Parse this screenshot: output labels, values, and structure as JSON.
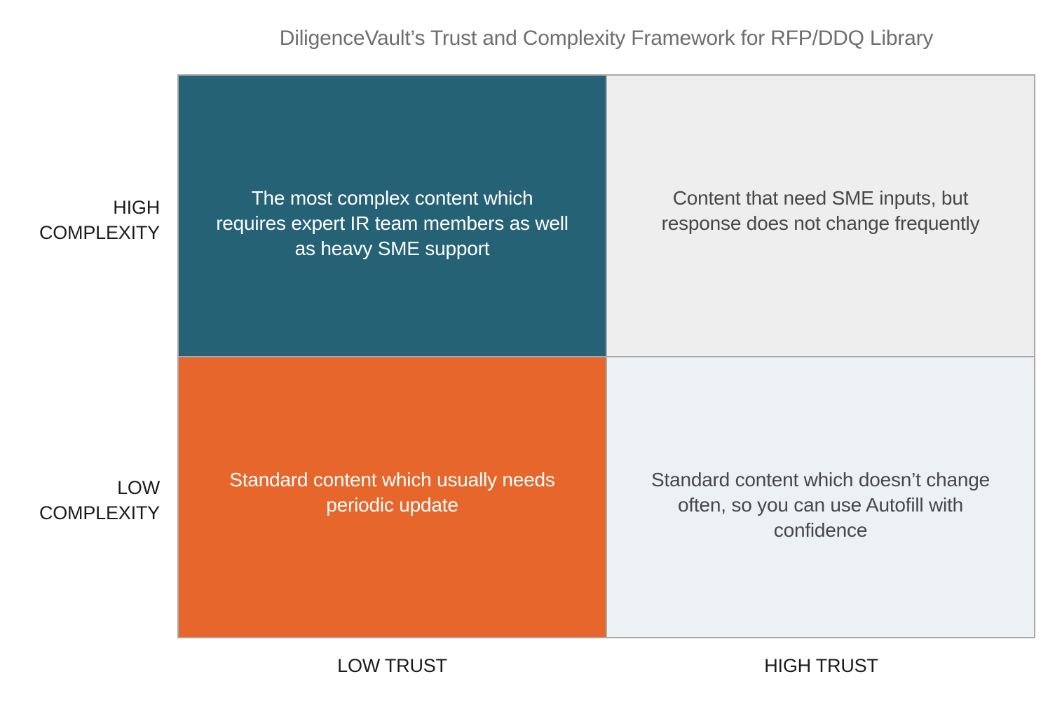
{
  "title": "DiligenceVault’s Trust and Complexity Framework for RFP/DDQ Library",
  "axes": {
    "y_high": "HIGH COMPLEXITY",
    "y_low": "LOW COMPLEXITY",
    "x_low": "LOW TRUST",
    "x_high": "HIGH TRUST"
  },
  "quadrants": {
    "top_left": {
      "text": "The most complex content which requires expert IR team members as well as heavy SME support",
      "bg": "#266276",
      "fg": "#FFFFFF"
    },
    "top_right": {
      "text": "Content that need SME inputs, but response does not change frequently",
      "bg": "#EEEEEE",
      "fg": "#474747"
    },
    "bottom_left": {
      "text": "Standard content which usually needs periodic update",
      "bg": "#E6662B",
      "fg": "#FFFFFF"
    },
    "bottom_right": {
      "text": "Standard content which doesn’t change often, so you can use Autofill with confidence",
      "bg": "#ECF1F4",
      "fg": "#474747"
    }
  },
  "colors": {
    "title": "#6E6E6E",
    "axis_label": "#1B1B1B",
    "grid_line": "#A9A9A9",
    "background": "#FFFFFF"
  }
}
